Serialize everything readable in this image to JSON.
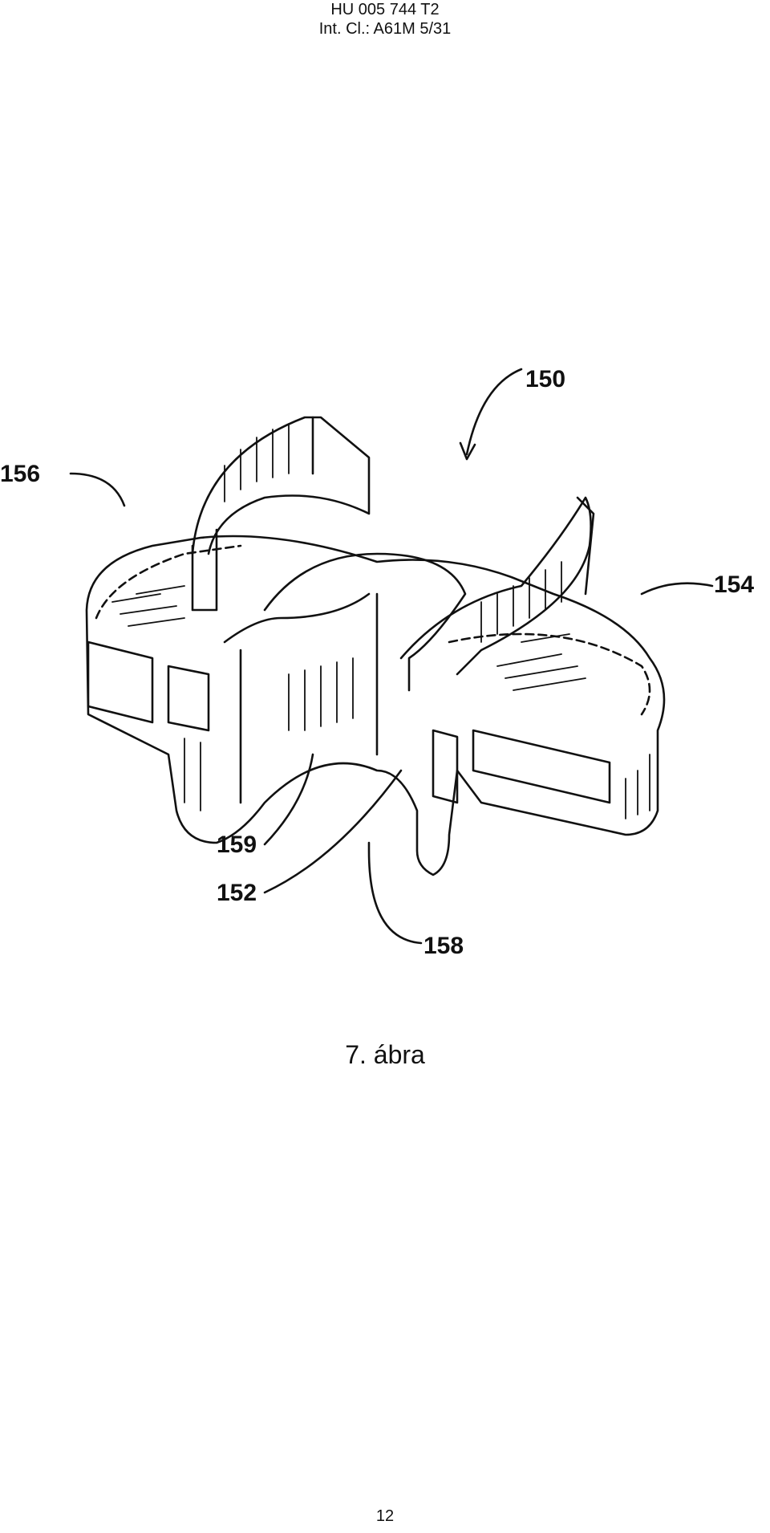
{
  "header": {
    "patent_number": "HU 005 744 T2",
    "classification": "Int. Cl.: A61M 5/31"
  },
  "figure": {
    "reference_labels": {
      "assembly": "150",
      "left_wing": "156",
      "right_wing": "154",
      "inner_wall": "159",
      "center_body": "152",
      "slot": "158"
    },
    "caption": "7. ábra"
  },
  "footer": {
    "page_number": "12"
  }
}
